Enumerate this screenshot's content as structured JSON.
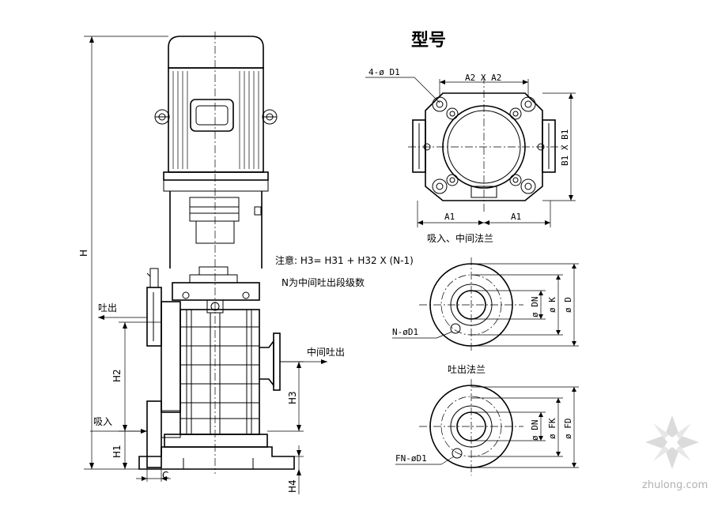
{
  "title": "型号",
  "note": {
    "line1": "注意: H3= H31 + H32  X  (N-1)",
    "line2": "N为中间吐出段级数"
  },
  "views": {
    "suction_flange_caption": "吸入、中间法兰",
    "outlet_flange_caption": "吐出法兰"
  },
  "ports": {
    "outlet": "吐出",
    "middle_outlet": "中间吐出",
    "inlet": "吸入"
  },
  "dimensions": {
    "H": "H",
    "H1": "H1",
    "H2": "H2",
    "H3": "H3",
    "H4": "H4",
    "C": "C",
    "A1_left": "A1",
    "A1_right": "A1",
    "A2xA2": "A2 X A2",
    "B1xB1": "B1 X B1",
    "holes_top": "4-ø D1",
    "holes_mid": "N-øD1",
    "holes_bottom": "FN-øD1",
    "DN_mid": "ø DN",
    "K": "ø K",
    "D": "ø D",
    "DN_bottom": "ø DN",
    "FK": "ø FK",
    "FD": "ø FD"
  },
  "watermark": "zhulong.com"
}
